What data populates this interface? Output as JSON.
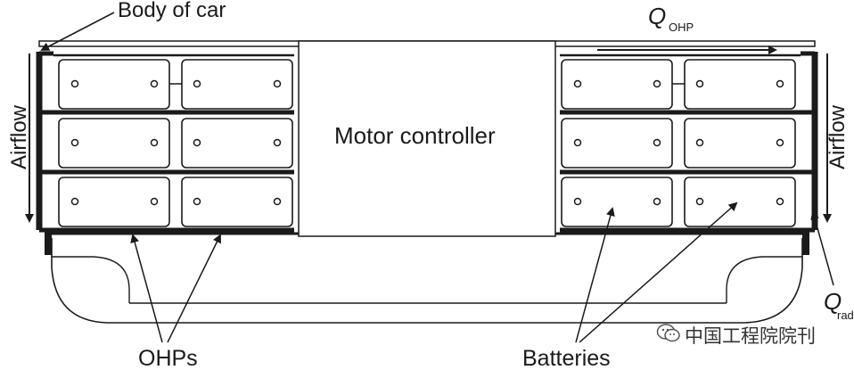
{
  "labels": {
    "body_of_car": "Body of car",
    "motor_controller": "Motor controller",
    "airflow_left": "Airflow",
    "airflow_right": "Airflow",
    "ohps": "OHPs",
    "batteries": "Batteries",
    "q_ohp_main": "Q",
    "q_ohp_sub": "OHP",
    "q_rad_main": "Q",
    "q_rad_sub": "rad"
  },
  "watermark": {
    "icon": "wechat-icon",
    "text": "中国工程院院刊"
  },
  "colors": {
    "line": "#1a1a1a",
    "background": "#ffffff"
  }
}
